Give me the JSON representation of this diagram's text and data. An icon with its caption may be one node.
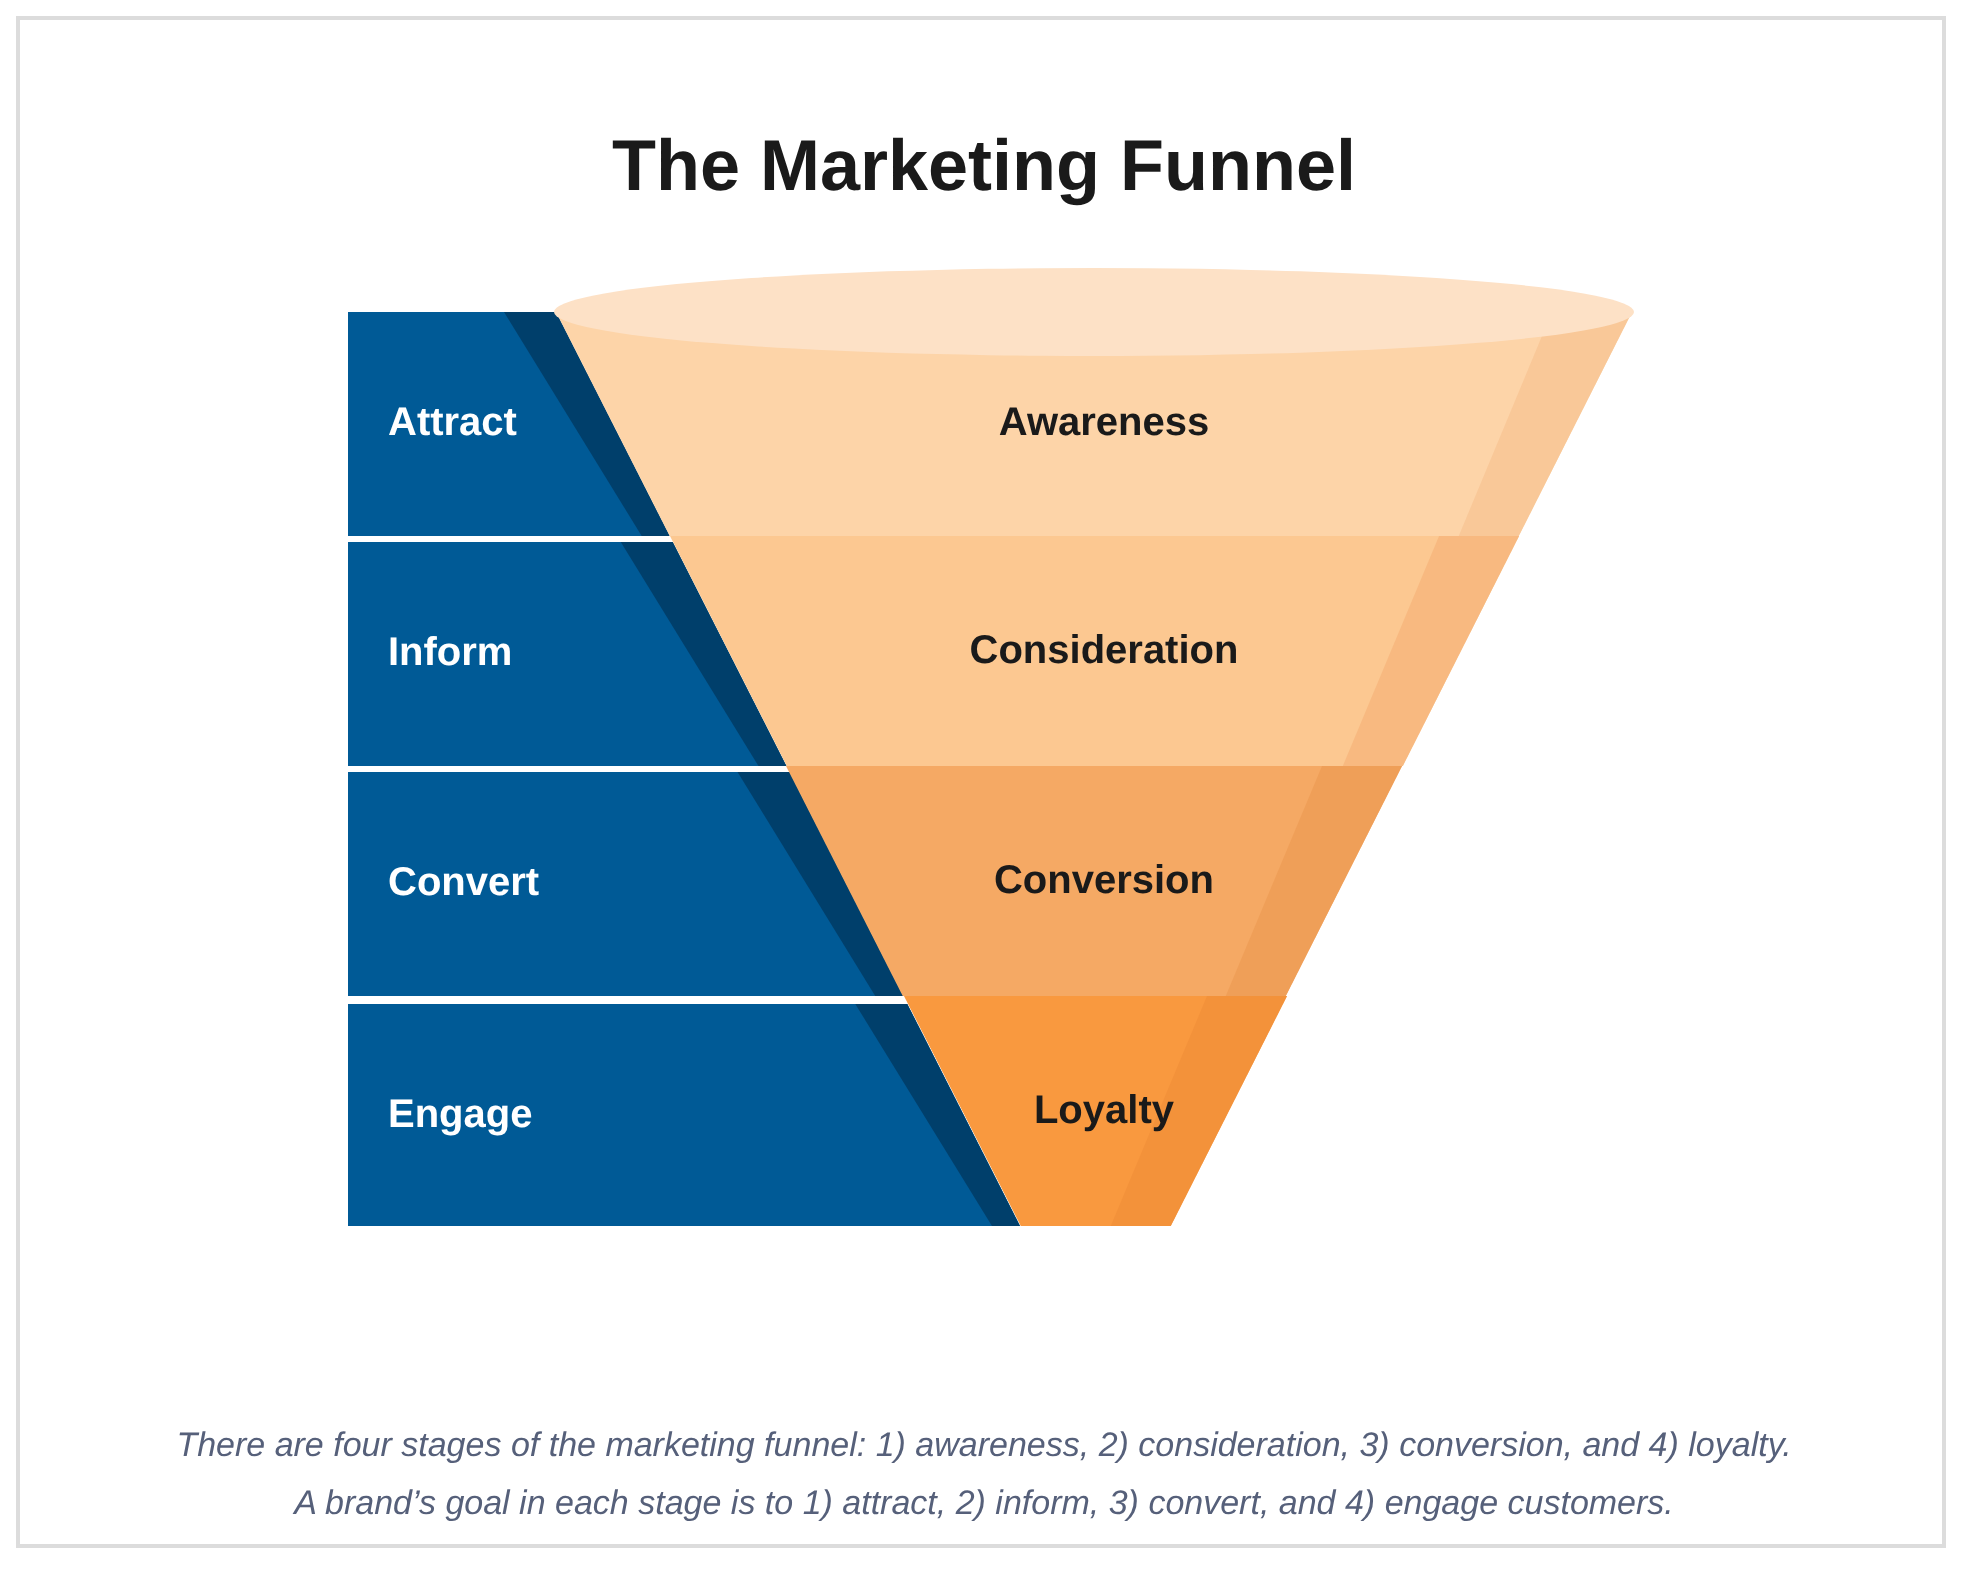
{
  "diagram": {
    "title": "The Marketing Funnel",
    "nodes": [
      {
        "text": [
          "Attract"
        ]
      },
      {
        "text": [
          "Inform"
        ]
      },
      {
        "text": [
          "Convert"
        ]
      },
      {
        "text": [
          "Engage"
        ]
      },
      {
        "text": [
          "Awareness"
        ]
      },
      {
        "text": [
          "Consideration"
        ]
      },
      {
        "text": [
          "Conversion"
        ]
      },
      {
        "text": [
          "Loyalty"
        ]
      }
    ],
    "caption": "There are four stages of the marketing funnel: 1) awareness, 2) consideration, 3) conversion, and 4) loyalty. A brand’s goal in each stage is to 1) attract, 2) inform, 3) convert, and 4) engage customers."
  }
}
